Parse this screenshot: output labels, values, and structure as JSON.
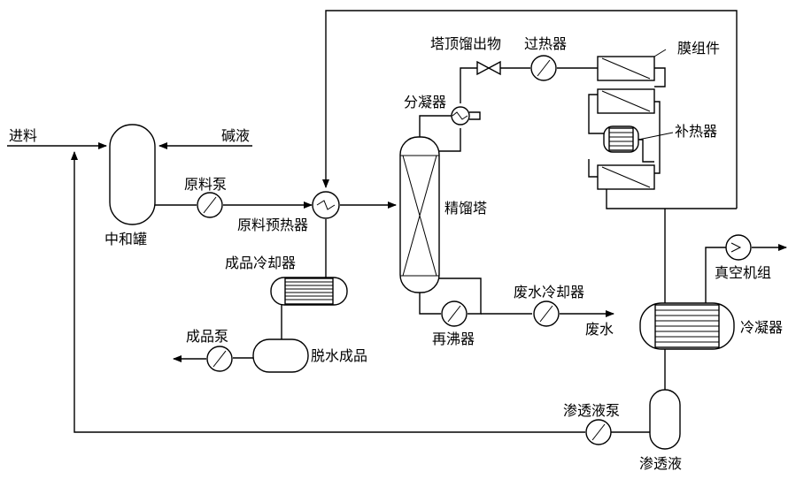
{
  "labels": {
    "feed": "进料",
    "alkali": "碱液",
    "neutralizer": "中和罐",
    "feed_pump": "原料泵",
    "feed_preheater": "原料预热器",
    "product_cooler": "成品冷却器",
    "product_pump": "成品泵",
    "dehydrated_product": "脱水成品",
    "column": "精馏塔",
    "partial_condenser": "分凝器",
    "overhead": "塔顶馏出物",
    "superheater": "过热器",
    "membrane": "膜组件",
    "reheater": "补热器",
    "reboiler": "再沸器",
    "wastewater_cooler": "废水冷却器",
    "wastewater": "废水",
    "vacuum_unit": "真空机组",
    "condenser": "冷凝器",
    "permeate_pump": "渗透液泵",
    "permeate": "渗透液"
  }
}
